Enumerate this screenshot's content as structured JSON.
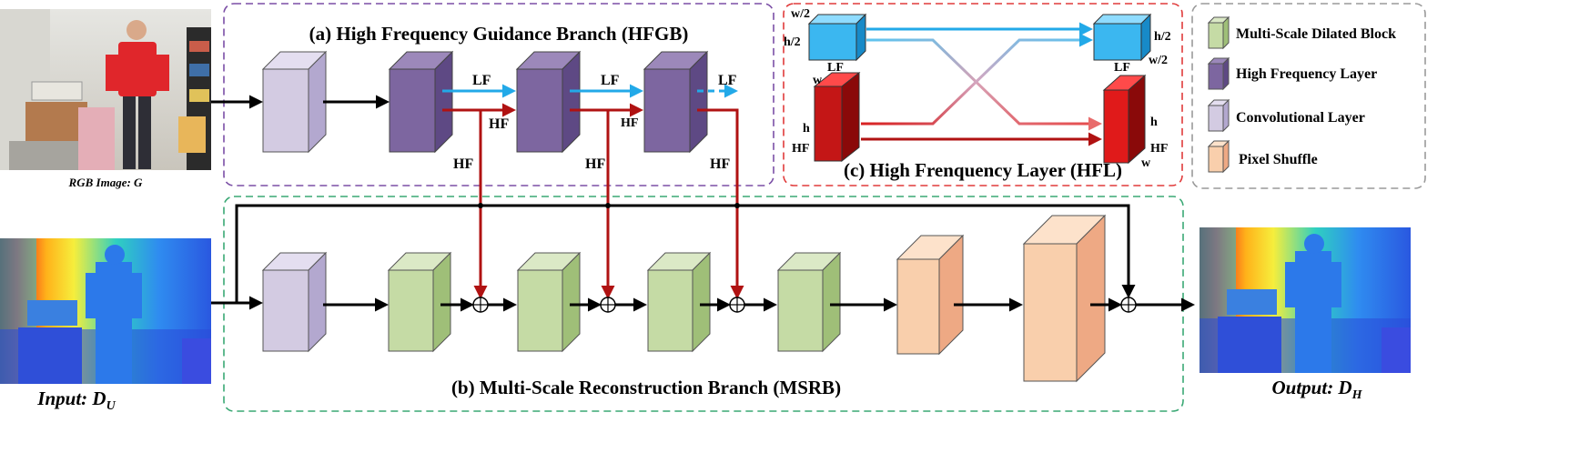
{
  "branches": {
    "hfgb_title": "(a) High Frequency Guidance Branch (HFGB)",
    "msrb_title": "(b) Multi-Scale Reconstruction Branch (MSRB)",
    "hfl_title": "(c) High Frenquency Layer (HFL)"
  },
  "images": {
    "rgb_caption": "RGB Image: G",
    "input_caption_main": "Input: D",
    "input_caption_sub": "U",
    "output_caption_main": "Output: D",
    "output_caption_sub": "H"
  },
  "signals": {
    "lf": "LF",
    "hf": "HF"
  },
  "dims": {
    "w2": "w/2",
    "h2": "h/2",
    "h": "h",
    "w": "w"
  },
  "legend": {
    "items": [
      {
        "label": "Multi-Scale Dilated Block",
        "color": "#c5dba5"
      },
      {
        "label": "High Frequency Layer",
        "color": "#7d66a0"
      },
      {
        "label": "Convolutional Layer",
        "color": "#d3cbe2"
      },
      {
        "label": "Pixel Shuffle",
        "color": "#f9cfac"
      }
    ]
  },
  "colors": {
    "hfgb_border": "#7b4fa6",
    "msrb_border": "#3aa874",
    "hfl_border": "#e03a3a",
    "legend_border": "#9a9a9a",
    "lf_arrow": "#22a9e8",
    "hf_arrow": "#b01212"
  }
}
